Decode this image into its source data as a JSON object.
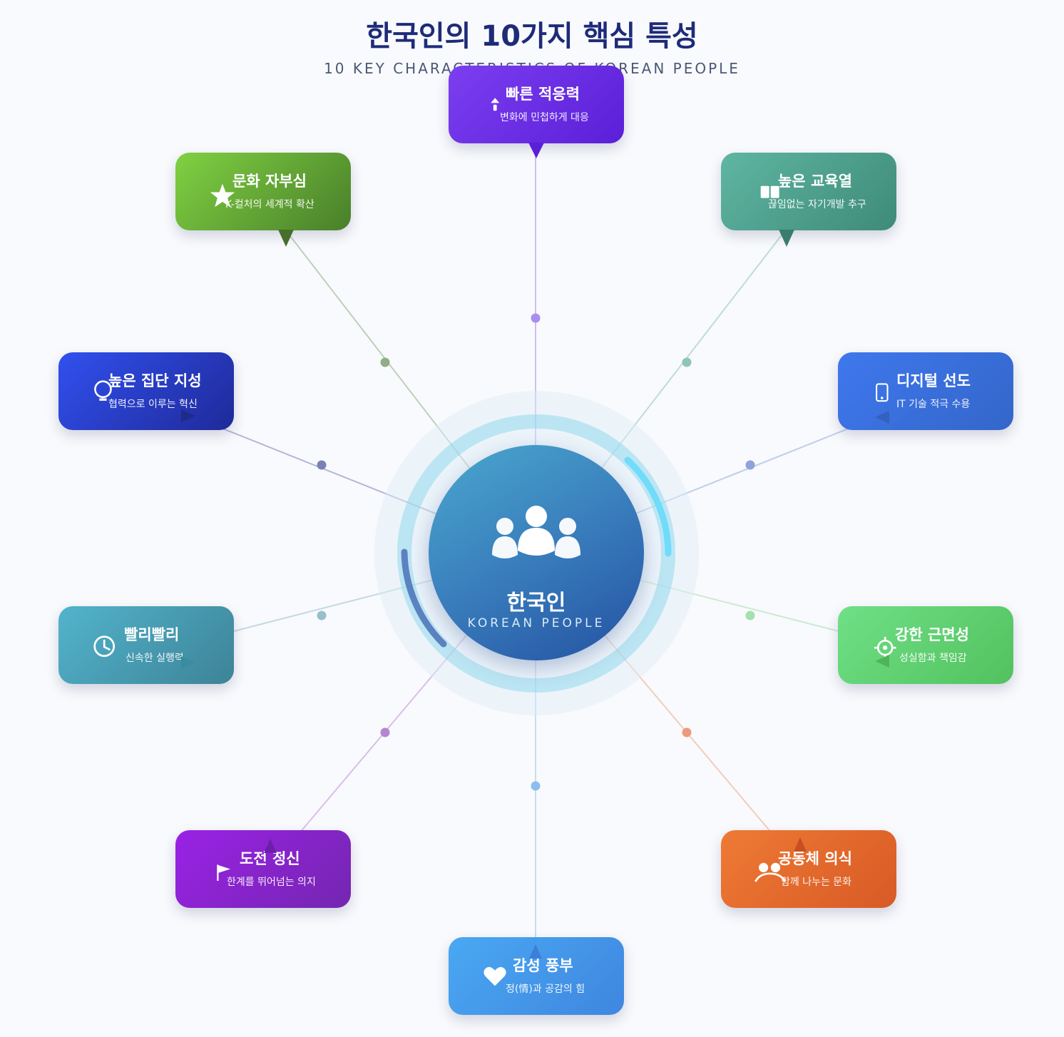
{
  "title": "한국인의 10가지 핵심 특성",
  "subtitle": "10 KEY CHARACTERISTICS OF KOREAN PEOPLE",
  "hub": {
    "label": "한국인",
    "sublabel": "KOREAN PEOPLE",
    "icon": "people-group-icon"
  },
  "characteristics": [
    {
      "id": "adapt",
      "title": "빠른 적응력",
      "desc": "변화에 민첩하게 대응",
      "icon": "upload-arrow-icon",
      "color": "#6a2ee8"
    },
    {
      "id": "pride",
      "title": "문화 자부심",
      "desc": "K-컬처의 세계적 확산",
      "icon": "star-icon",
      "color": "#6aaa35"
    },
    {
      "id": "edu",
      "title": "높은 교육열",
      "desc": "끊임없는 자기개발 추구",
      "icon": "book-icon",
      "color": "#4c9a86"
    },
    {
      "id": "collective",
      "title": "높은 집단 지성",
      "desc": "협력으로 이루는 혁신",
      "icon": "lightbulb-icon",
      "color": "#2b3cc8"
    },
    {
      "id": "digital",
      "title": "디지털 선도",
      "desc": "IT 기술 적극 수용",
      "icon": "smartphone-icon",
      "color": "#3a6fd8"
    },
    {
      "id": "pali",
      "title": "빨리빨리",
      "desc": "신속한 실행력",
      "icon": "clock-icon",
      "color": "#4aa0b6"
    },
    {
      "id": "diligence",
      "title": "강한 근면성",
      "desc": "성실함과 책임감",
      "icon": "target-icon",
      "color": "#5ccd6b"
    },
    {
      "id": "challenge",
      "title": "도전 정신",
      "desc": "한계를 뛰어넘는 의지",
      "icon": "flag-icon",
      "color": "#8a26c9"
    },
    {
      "id": "community",
      "title": "공동체 의식",
      "desc": "함께 나누는 문화",
      "icon": "users-icon",
      "color": "#e56a2c"
    },
    {
      "id": "emotion",
      "title": "감성 풍부",
      "desc": "정(情)과 공감의 힘",
      "icon": "heart-icon",
      "color": "#4a9ae8"
    }
  ]
}
